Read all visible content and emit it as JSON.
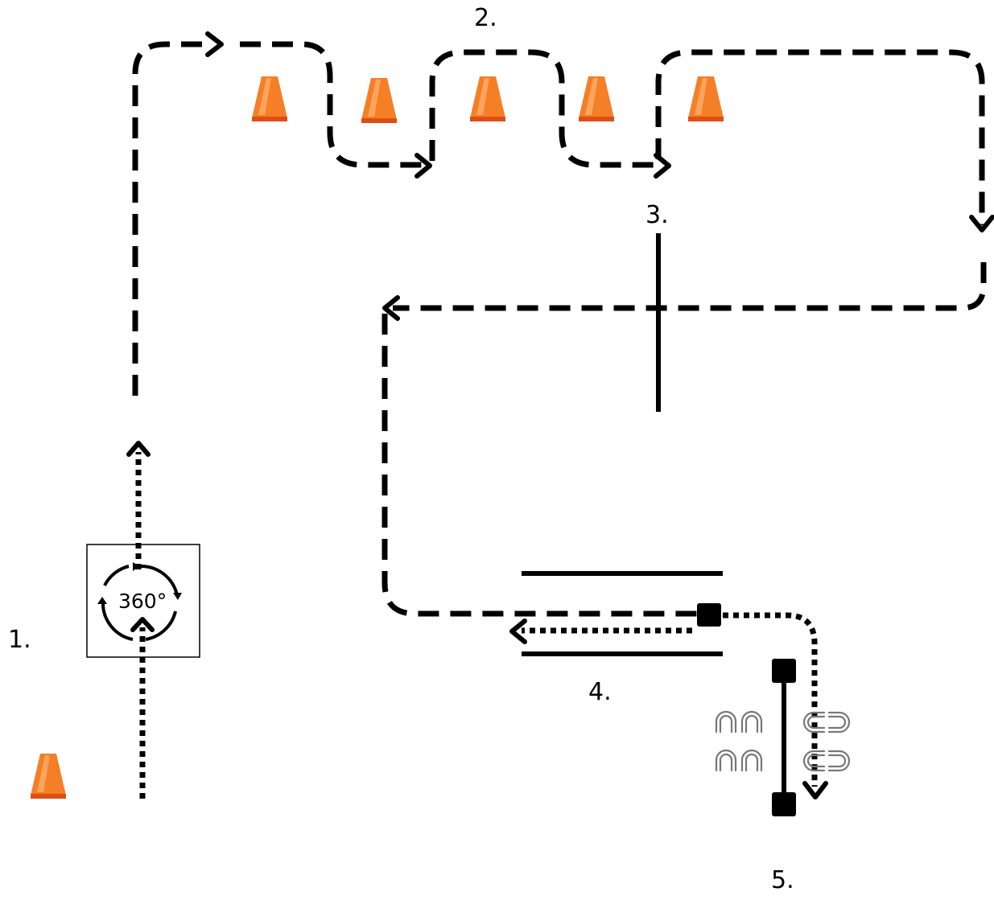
{
  "diagram": {
    "steps": [
      {
        "label": "1."
      },
      {
        "label": "2."
      },
      {
        "label": "3."
      },
      {
        "label": "4."
      },
      {
        "label": "5."
      }
    ],
    "spin_box": {
      "label": "360°"
    },
    "colors": {
      "line": "#000000",
      "cone_body": "#f57f26",
      "cone_base": "#de4f15",
      "cone_highlight": "#ffc28a",
      "horseshoe": "#777777"
    },
    "icons": {
      "cone": "traffic-cone-icon",
      "horseshoe": "horseshoe-icon",
      "arrow": "arrow-head-icon"
    }
  }
}
